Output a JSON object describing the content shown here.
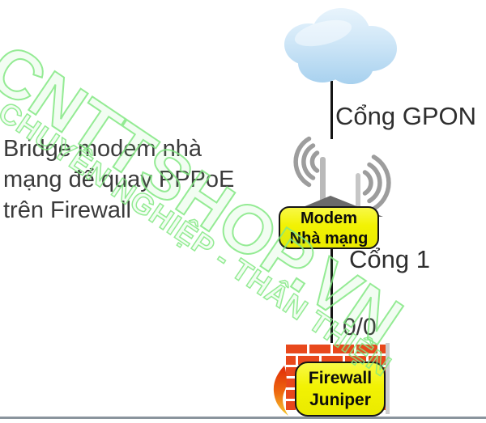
{
  "watermark": {
    "brand": "CNTTSHOP.VN",
    "tagline": "CHUYÊN NGHIỆP - THÂN THIỆN",
    "color": "#82e882"
  },
  "annotation": {
    "line1": "Bridge modem nhà",
    "line2": "mạng để quay PPPoE",
    "line3": "trên Firewall"
  },
  "labels": {
    "gpon": "Cổng GPON",
    "port1": "Cổng 1",
    "interface": "0/0"
  },
  "nodes": {
    "modem": {
      "line1": "Modem",
      "line2": "Nhà mạng"
    },
    "firewall": {
      "line1": "Firewall",
      "line2": "Juniper"
    }
  },
  "icons": {
    "cloud": "internet-cloud-icon",
    "modem": "wireless-modem-icon",
    "firewall": "firewall-brick-icon",
    "flame": "flame-icon"
  },
  "colors": {
    "node_label_bg": "#f2f203",
    "brick_orange": "#e8481c",
    "watermark_green": "#82e882",
    "line_black": "#141414",
    "text_dark": "#3b3b3b",
    "bottom_rule": "#8a949d"
  }
}
